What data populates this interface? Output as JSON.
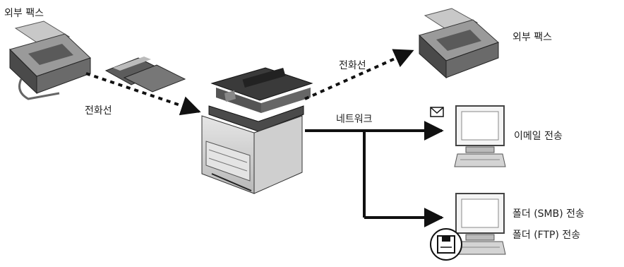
{
  "labels": {
    "external_fax_left": "외부 팩스",
    "phone_line_left": "전화선",
    "phone_line_right": "전화선",
    "external_fax_right": "외부 팩스",
    "network": "네트워크",
    "email_send": "이메일 전송",
    "folder_smb_send": "폴더 (SMB) 전송",
    "folder_ftp_send": "폴더 (FTP) 전송"
  },
  "icons": [
    "fax-machine-icon",
    "paper-documents-icon",
    "multifunction-printer-icon",
    "computer-monitor-icon",
    "envelope-icon",
    "folder-badge-icon"
  ],
  "colors": {
    "line": "#111111",
    "device_dark": "#3a3a3a",
    "device_mid": "#8a8a8a",
    "device_light": "#d8d8d8"
  }
}
